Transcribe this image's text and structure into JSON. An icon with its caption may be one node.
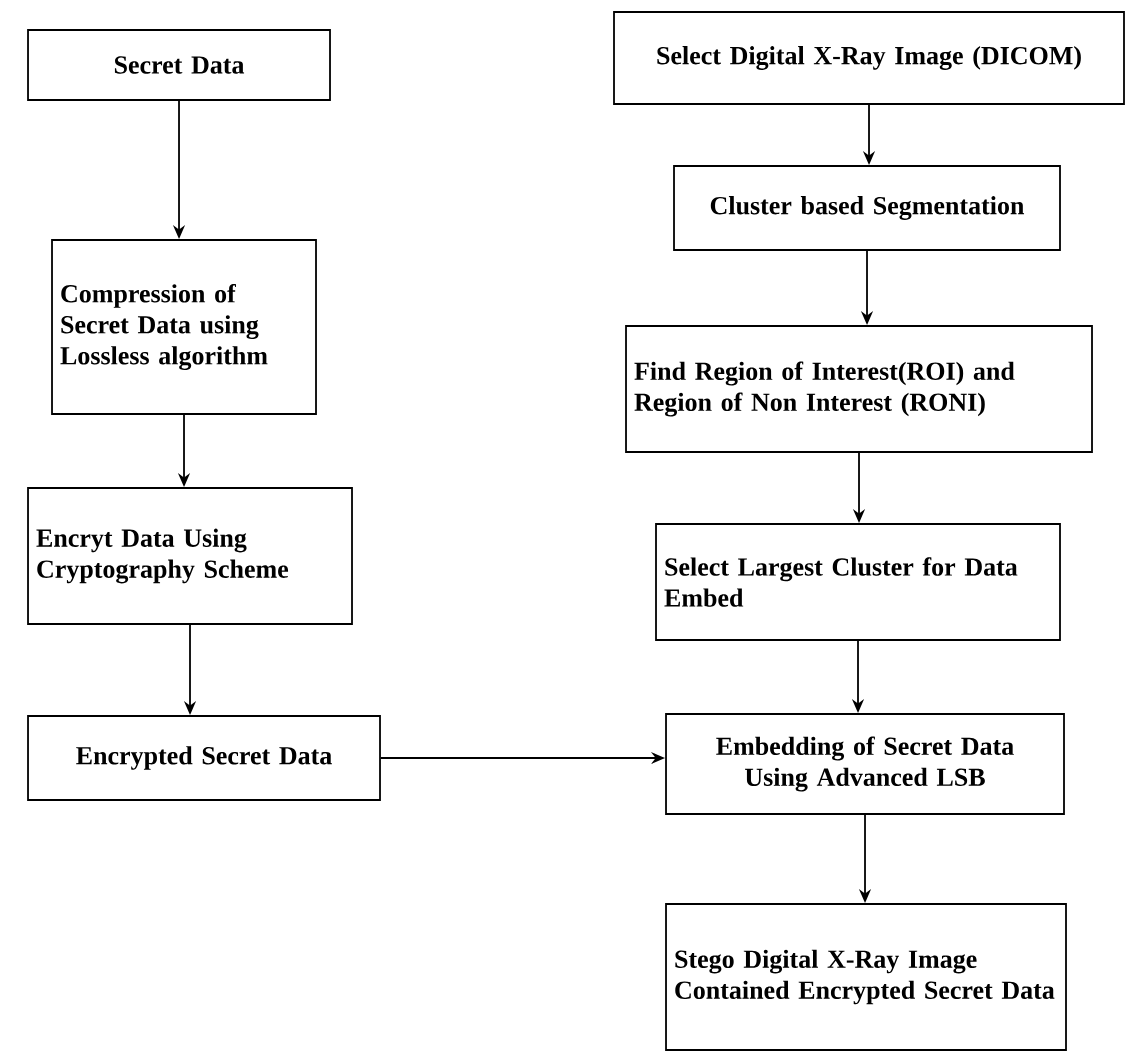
{
  "diagram": {
    "nodes": [
      {
        "text": [
          "Secret Data"
        ]
      },
      {
        "text": [
          "Compression of Secret Data using Lossless algorithm"
        ]
      },
      {
        "text": [
          "Encryt Data Using Cryptography Scheme"
        ]
      },
      {
        "text": [
          "Encrypted Secret Data"
        ]
      },
      {
        "text": [
          "Select Digital X-Ray Image (DICOM)"
        ]
      },
      {
        "text": [
          "Cluster based Segmentation"
        ]
      },
      {
        "text": [
          "Find Region of Interest(ROI) and Region of Non Interest (RONI)"
        ]
      },
      {
        "text": [
          "Select Largest Cluster for Data Embed"
        ]
      },
      {
        "text": [
          "Embedding of Secret Data Using Advanced LSB"
        ]
      },
      {
        "text": [
          "Stego Digital X-Ray Image Contained Encrypted Secret Data"
        ]
      }
    ],
    "edges": [
      {
        "from": 0,
        "to": 1,
        "arrow": "to"
      },
      {
        "from": 1,
        "to": 2,
        "arrow": "to"
      },
      {
        "from": 2,
        "to": 3,
        "arrow": "to"
      },
      {
        "from": 3,
        "to": 8,
        "arrow": "to"
      },
      {
        "from": 4,
        "to": 5,
        "arrow": "to"
      },
      {
        "from": 5,
        "to": 6,
        "arrow": "to"
      },
      {
        "from": 6,
        "to": 7,
        "arrow": "to"
      },
      {
        "from": 7,
        "to": 8,
        "arrow": "to"
      },
      {
        "from": 8,
        "to": 9,
        "arrow": "to"
      }
    ]
  }
}
